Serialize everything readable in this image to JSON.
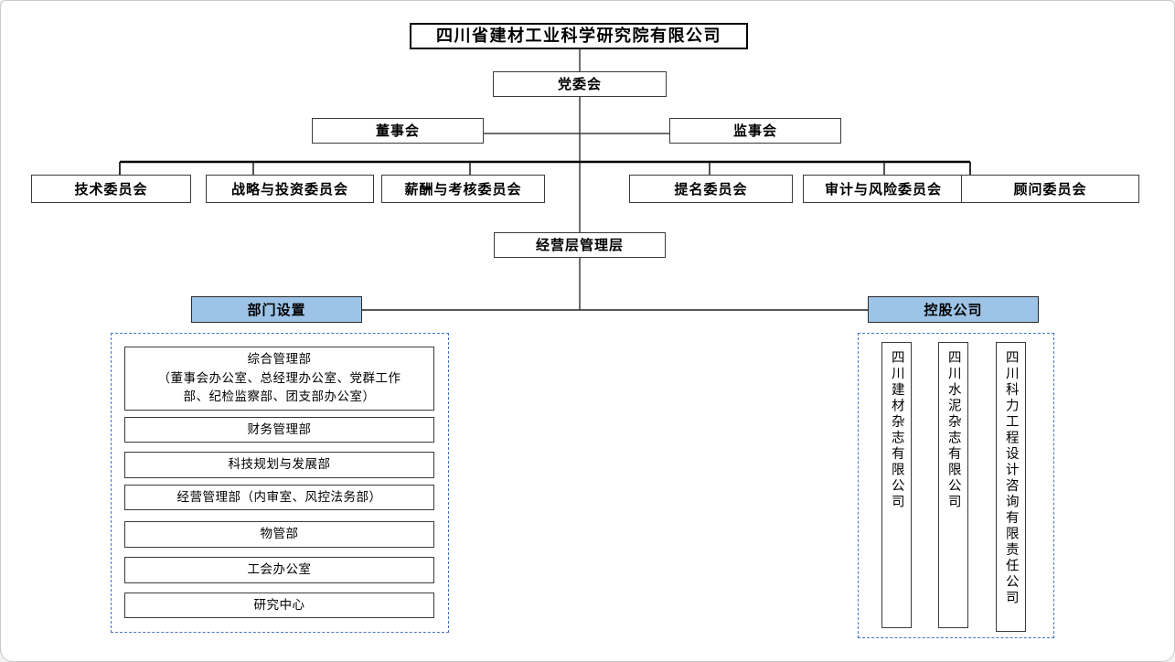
{
  "colors": {
    "accent_fill": "#9DC3E6",
    "dashed_border": "#4472C4",
    "line": "#3f3f3f",
    "thick_line": "#000000",
    "box_border": "#3b3b3b",
    "background": "#ffffff"
  },
  "root": {
    "label": "四川省建材工业科学研究院有限公司"
  },
  "party_committee": {
    "label": "党委会"
  },
  "board": {
    "label": "董事会"
  },
  "supervisory": {
    "label": "监事会"
  },
  "committees": [
    {
      "label": "技术委员会"
    },
    {
      "label": "战略与投资委员会"
    },
    {
      "label": "薪酬与考核委员会"
    },
    {
      "label": "提名委员会"
    },
    {
      "label": "审计与风险委员会"
    },
    {
      "label": "顾问委员会"
    }
  ],
  "management": {
    "label": "经营层管理层"
  },
  "departments_section": {
    "header": "部门设置",
    "items": [
      {
        "lines": [
          "综合管理部",
          "（董事会办公室、总经理办公室、党群工作",
          "部、纪检监察部、团支部办公室）"
        ]
      },
      {
        "label": "财务管理部"
      },
      {
        "label": "科技规划与发展部"
      },
      {
        "label": "经营管理部（内审室、风控法务部）"
      },
      {
        "label": "物管部"
      },
      {
        "label": "工会办公室"
      },
      {
        "label": "研究中心"
      }
    ]
  },
  "holdings_section": {
    "header": "控股公司",
    "companies": [
      {
        "name": "四川建材杂志有限公司"
      },
      {
        "name": "四川水泥杂志有限公司"
      },
      {
        "name": "四川科力工程设计咨询有限责任公司"
      }
    ]
  }
}
